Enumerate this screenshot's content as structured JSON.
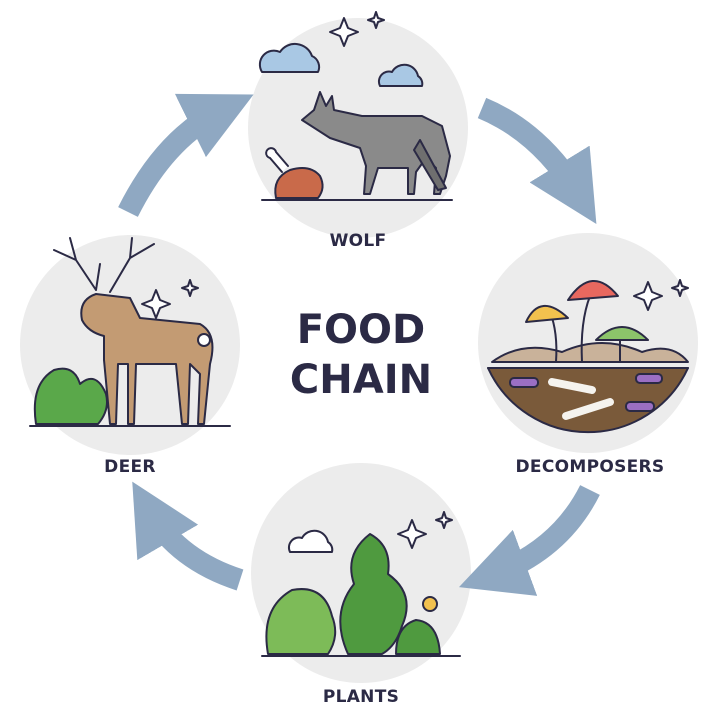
{
  "title": {
    "line1": "FOOD",
    "line2": "CHAIN"
  },
  "nodes": {
    "wolf": "WOLF",
    "decomposers": "DECOMPOSERS",
    "plants": "PLANTS",
    "deer": "DEER"
  },
  "colors": {
    "circle_bg": "#ececec",
    "arrow": "#8fa8c2",
    "outline": "#2b2a45",
    "text": "#2b2a45"
  }
}
